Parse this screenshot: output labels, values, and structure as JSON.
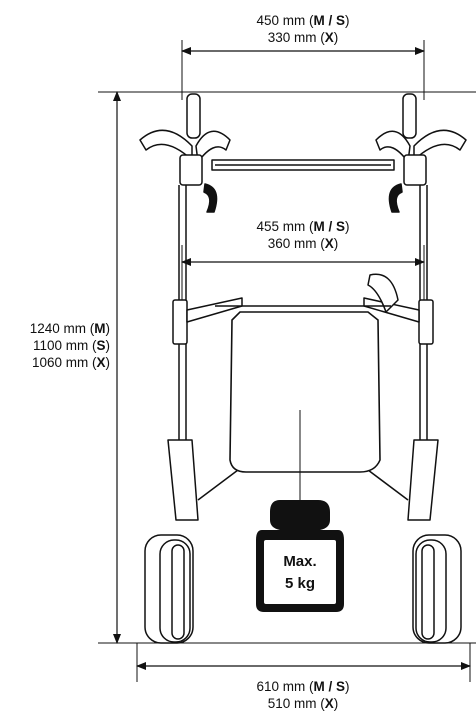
{
  "dimensions": {
    "top_width": {
      "line1": {
        "value": "450 mm (",
        "sizes": "M / S",
        "close": ")"
      },
      "line2": {
        "value": "330 mm (",
        "sizes": "X",
        "close": ")"
      }
    },
    "inner_width": {
      "line1": {
        "value": "455 mm (",
        "sizes": "M / S",
        "close": ")"
      },
      "line2": {
        "value": "360 mm  (",
        "sizes": "X",
        "close": ")"
      }
    },
    "height": {
      "line1": {
        "value": "1240 mm (",
        "sizes": "M",
        "close": ")"
      },
      "line2": {
        "value": "1100 mm (",
        "sizes": "S",
        "close": ")"
      },
      "line3": {
        "value": "1060 mm (",
        "sizes": "X",
        "close": ")"
      }
    },
    "base_width": {
      "line1": {
        "value": "610 mm (",
        "sizes": "M / S",
        "close": ")"
      },
      "line2": {
        "value": "510 mm (",
        "sizes": "X",
        "close": ")"
      }
    }
  },
  "load_weight": {
    "line1": "Max.",
    "line2": "5 kg"
  },
  "colors": {
    "ink": "#111111",
    "bag": "#222222"
  }
}
